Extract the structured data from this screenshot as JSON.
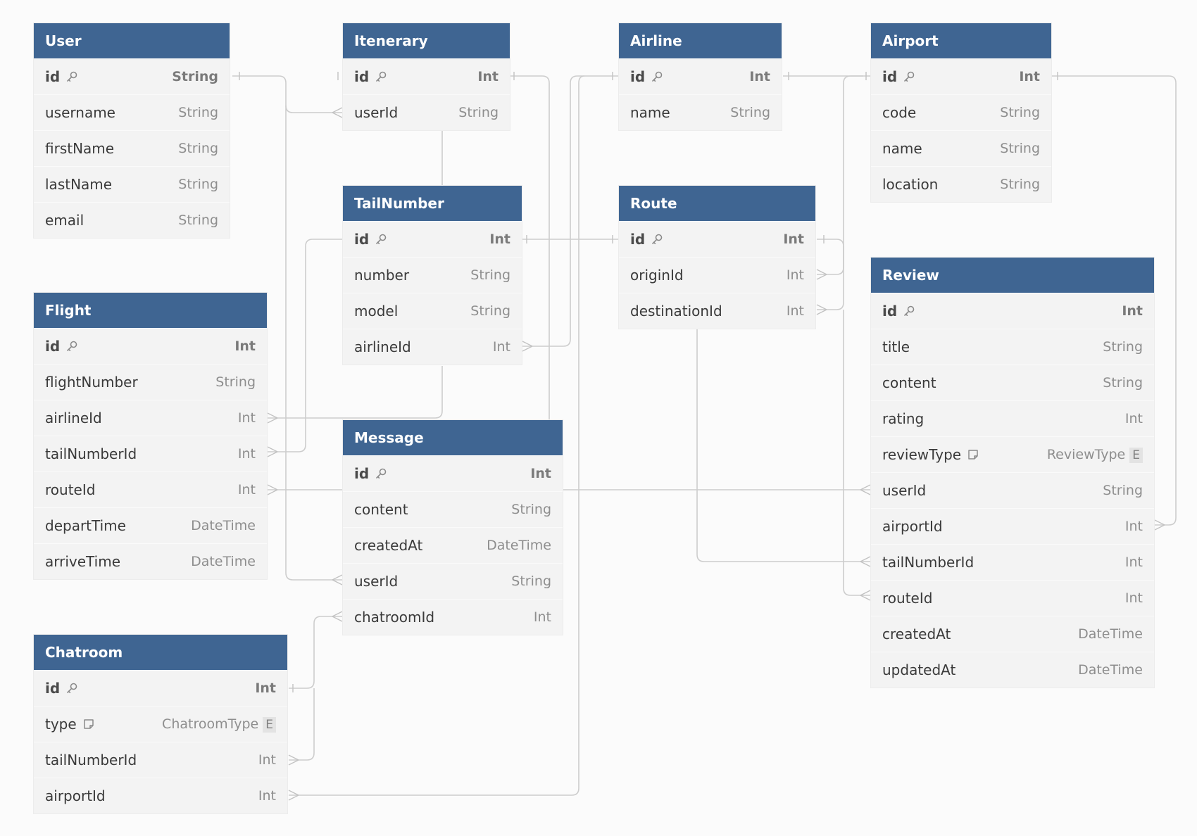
{
  "tables": [
    {
      "name": "User",
      "fields": [
        {
          "name": "id",
          "type": "String",
          "pk": true
        },
        {
          "name": "username",
          "type": "String"
        },
        {
          "name": "firstName",
          "type": "String"
        },
        {
          "name": "lastName",
          "type": "String"
        },
        {
          "name": "email",
          "type": "String"
        }
      ]
    },
    {
      "name": "Itenerary",
      "fields": [
        {
          "name": "id",
          "type": "Int",
          "pk": true
        },
        {
          "name": "userId",
          "type": "String"
        }
      ]
    },
    {
      "name": "Airline",
      "fields": [
        {
          "name": "id",
          "type": "Int",
          "pk": true
        },
        {
          "name": "name",
          "type": "String"
        }
      ]
    },
    {
      "name": "Airport",
      "fields": [
        {
          "name": "id",
          "type": "Int",
          "pk": true
        },
        {
          "name": "code",
          "type": "String"
        },
        {
          "name": "name",
          "type": "String"
        },
        {
          "name": "location",
          "type": "String"
        }
      ]
    },
    {
      "name": "TailNumber",
      "fields": [
        {
          "name": "id",
          "type": "Int",
          "pk": true
        },
        {
          "name": "number",
          "type": "String"
        },
        {
          "name": "model",
          "type": "String"
        },
        {
          "name": "airlineId",
          "type": "Int"
        }
      ]
    },
    {
      "name": "Route",
      "fields": [
        {
          "name": "id",
          "type": "Int",
          "pk": true
        },
        {
          "name": "originId",
          "type": "Int"
        },
        {
          "name": "destinationId",
          "type": "Int"
        }
      ]
    },
    {
      "name": "Review",
      "fields": [
        {
          "name": "id",
          "type": "Int",
          "pk": true
        },
        {
          "name": "title",
          "type": "String"
        },
        {
          "name": "content",
          "type": "String"
        },
        {
          "name": "rating",
          "type": "Int"
        },
        {
          "name": "reviewType",
          "type": "ReviewType",
          "enum": true,
          "enum_badge": "E"
        },
        {
          "name": "userId",
          "type": "String"
        },
        {
          "name": "airportId",
          "type": "Int"
        },
        {
          "name": "tailNumberId",
          "type": "Int"
        },
        {
          "name": "routeId",
          "type": "Int"
        },
        {
          "name": "createdAt",
          "type": "DateTime"
        },
        {
          "name": "updatedAt",
          "type": "DateTime"
        }
      ]
    },
    {
      "name": "Flight",
      "fields": [
        {
          "name": "id",
          "type": "Int",
          "pk": true
        },
        {
          "name": "flightNumber",
          "type": "String"
        },
        {
          "name": "airlineId",
          "type": "Int"
        },
        {
          "name": "tailNumberId",
          "type": "Int"
        },
        {
          "name": "routeId",
          "type": "Int"
        },
        {
          "name": "departTime",
          "type": "DateTime"
        },
        {
          "name": "arriveTime",
          "type": "DateTime"
        }
      ]
    },
    {
      "name": "Message",
      "fields": [
        {
          "name": "id",
          "type": "Int",
          "pk": true
        },
        {
          "name": "content",
          "type": "String"
        },
        {
          "name": "createdAt",
          "type": "DateTime"
        },
        {
          "name": "userId",
          "type": "String"
        },
        {
          "name": "chatroomId",
          "type": "Int"
        }
      ]
    },
    {
      "name": "Chatroom",
      "fields": [
        {
          "name": "id",
          "type": "Int",
          "pk": true
        },
        {
          "name": "type",
          "type": "ChatroomType",
          "enum": true,
          "enum_badge": "E"
        },
        {
          "name": "tailNumberId",
          "type": "Int"
        },
        {
          "name": "airportId",
          "type": "Int"
        }
      ]
    }
  ],
  "icons": {
    "primary_key": "key-icon",
    "enum": "note-icon"
  },
  "colors": {
    "header": "#3f6592",
    "header_text": "#ffffff",
    "body": "#f3f3f3",
    "connector": "#cdcdcd"
  }
}
